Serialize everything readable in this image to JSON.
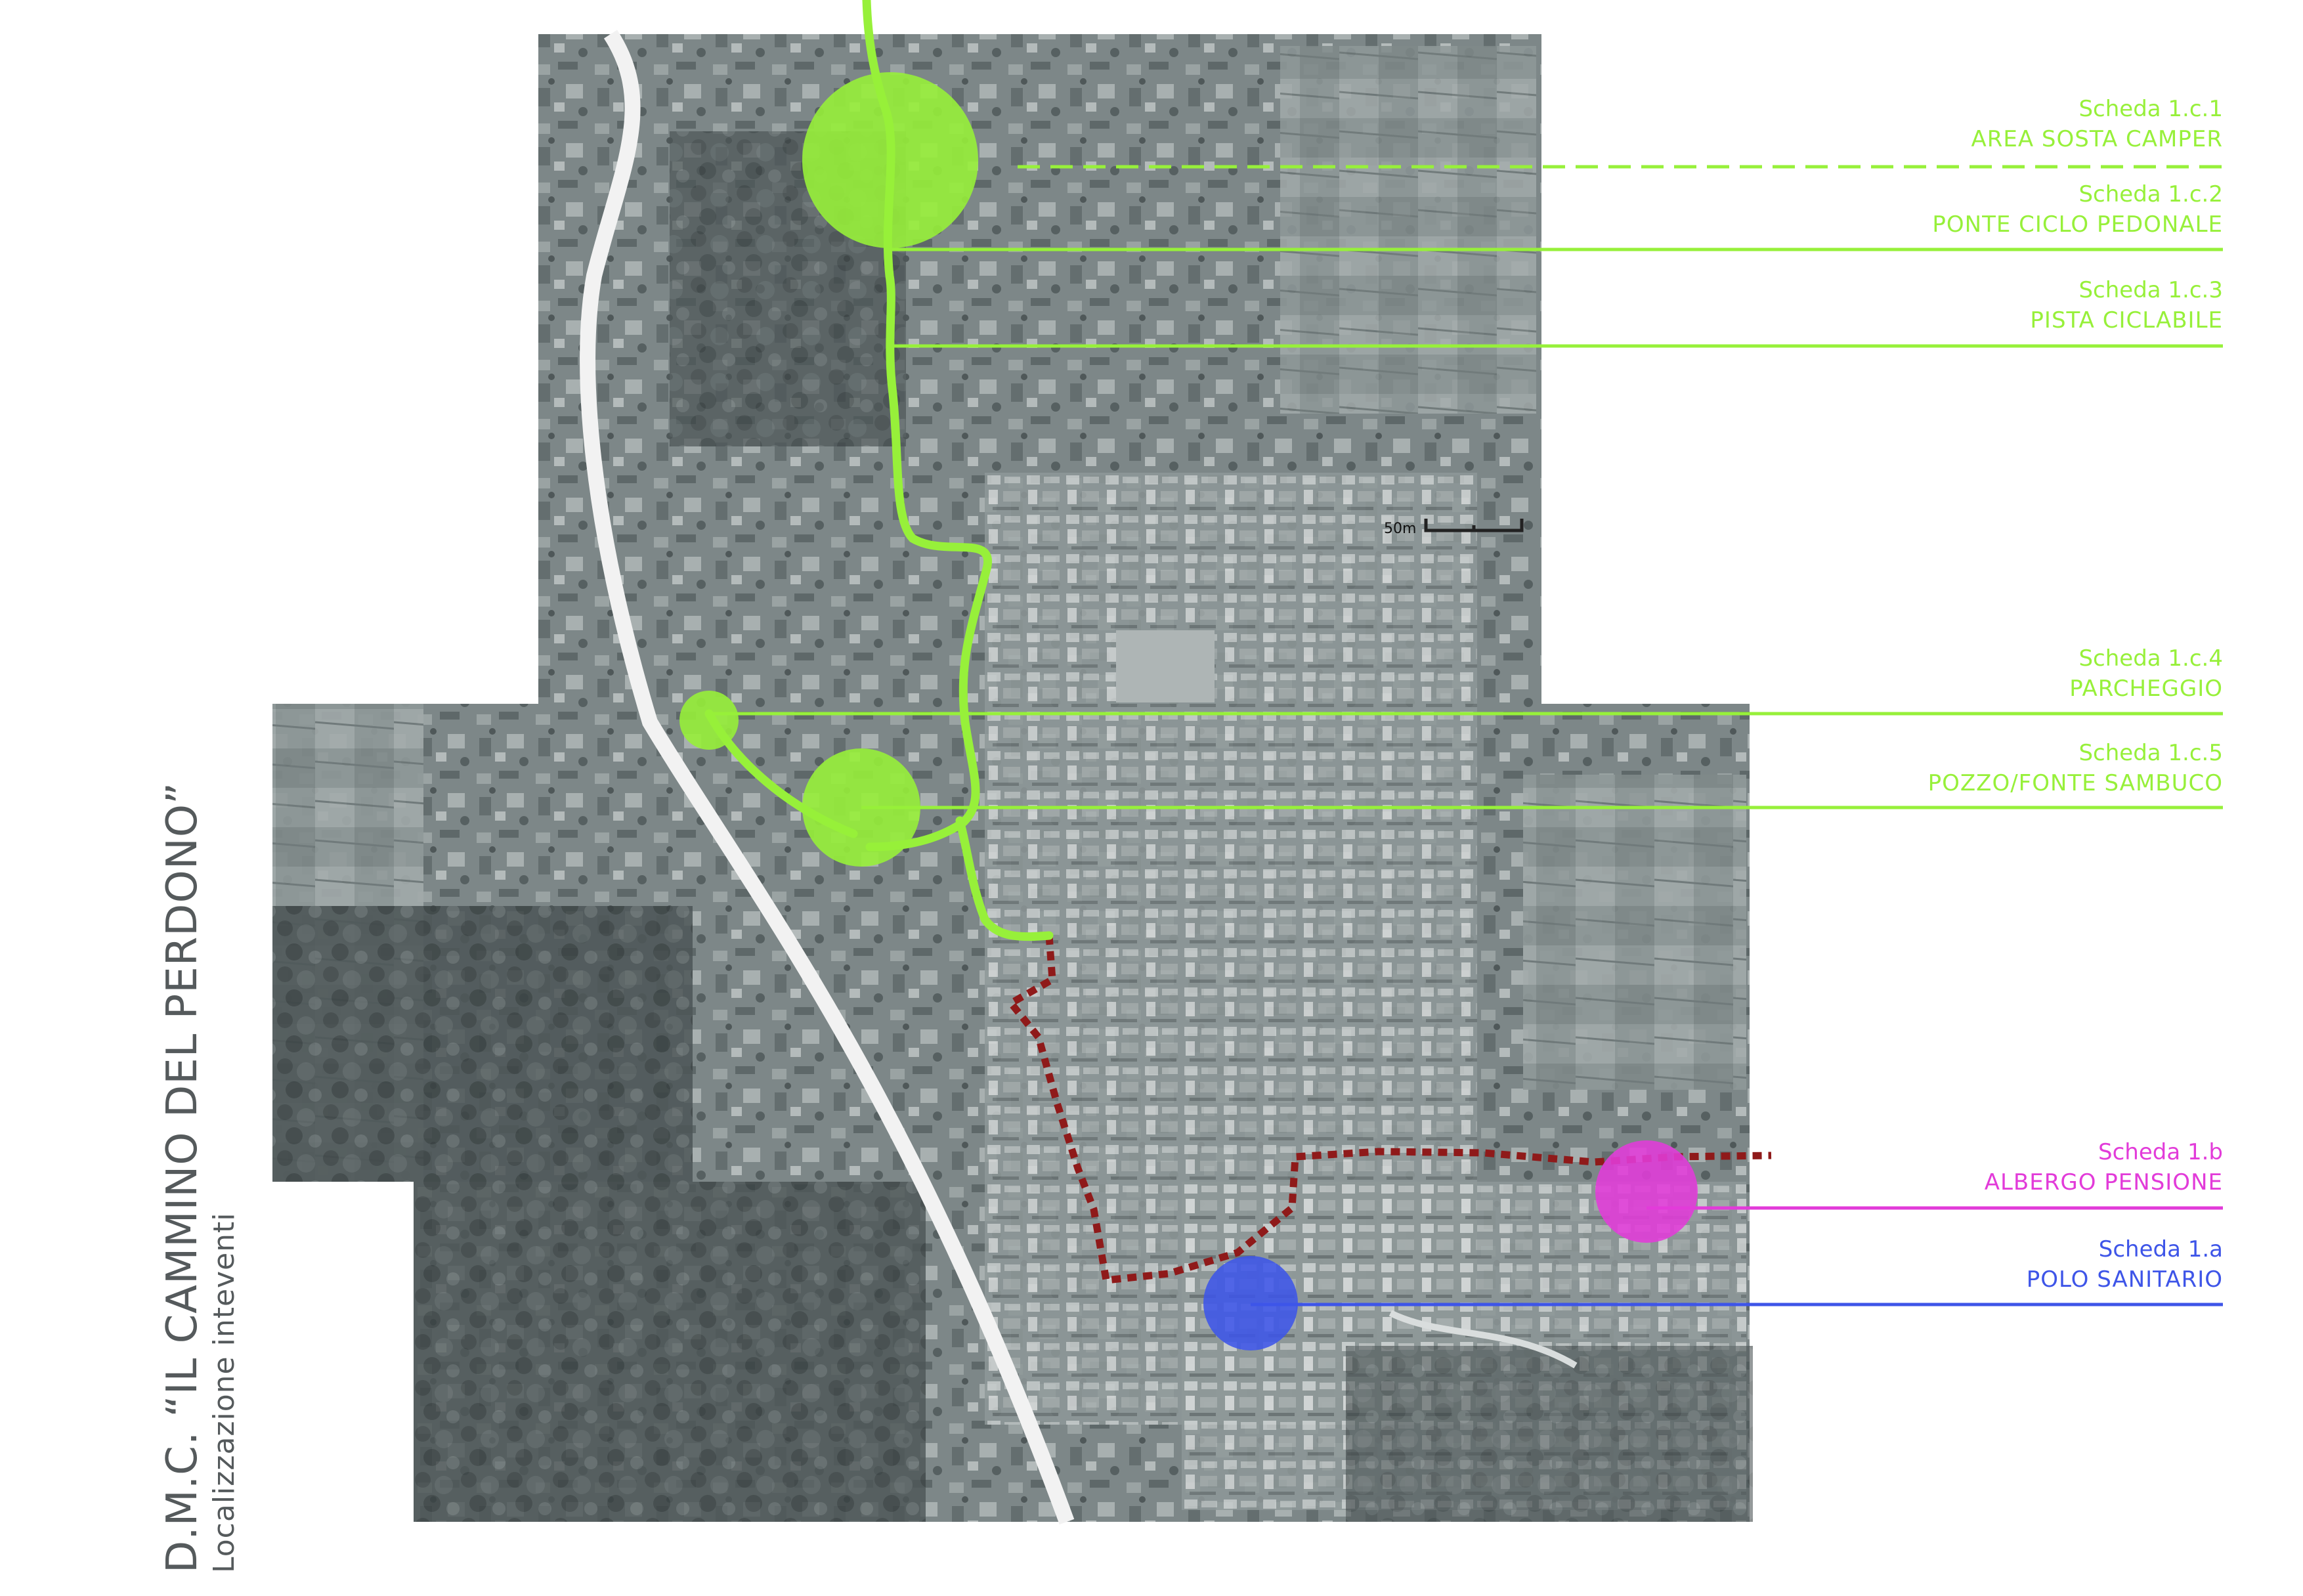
{
  "title": {
    "main": "D.M.C. “IL CAMMINO DEL PERDONO”",
    "subtitle": "Localizzazione inteventi"
  },
  "scale_bar": {
    "label": "50m"
  },
  "colors": {
    "green": "#97f03a",
    "magenta": "#e23bd9",
    "blue": "#3e55e8",
    "route": "#8f1a1a",
    "title": "#555a5c"
  },
  "interventions": [
    {
      "code": "Scheda 1.c.1",
      "name": "AREA SOSTA CAMPER",
      "color_key": "green"
    },
    {
      "code": "Scheda 1.c.2",
      "name": "PONTE CICLO PEDONALE",
      "color_key": "green"
    },
    {
      "code": "Scheda 1.c.3",
      "name": "PISTA CICLABILE",
      "color_key": "green"
    },
    {
      "code": "Scheda 1.c.4",
      "name": "PARCHEGGIO",
      "color_key": "green"
    },
    {
      "code": "Scheda 1.c.5",
      "name": "POZZO/FONTE SAMBUCO",
      "color_key": "green"
    },
    {
      "code": "Scheda 1.b",
      "name": "ALBERGO PENSIONE",
      "color_key": "magenta"
    },
    {
      "code": "Scheda 1.a",
      "name": "POLO SANITARIO",
      "color_key": "blue"
    }
  ]
}
